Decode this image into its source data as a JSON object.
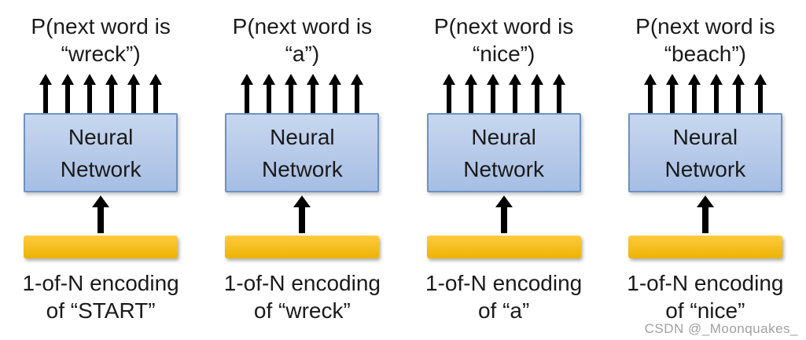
{
  "colors": {
    "box_fill_top": "#c8d7ef",
    "box_fill_bottom": "#a6bee4",
    "box_border": "#6e92c4",
    "bar_fill_top": "#ffca3f",
    "bar_fill_bottom": "#edb303",
    "arrow": "#000000",
    "text": "#1a1a1a",
    "watermark": "#a0a0a0"
  },
  "panels": [
    {
      "prob_line1": "P(next word is",
      "prob_line2": "“wreck”)",
      "box_line1": "Neural",
      "box_line2": "Network",
      "output_arrow_count": 6,
      "caption_line1": "1-of-N encoding",
      "caption_line2": "of “START”"
    },
    {
      "prob_line1": "P(next word is",
      "prob_line2": "“a”)",
      "box_line1": "Neural",
      "box_line2": "Network",
      "output_arrow_count": 6,
      "caption_line1": "1-of-N encoding",
      "caption_line2": "of “wreck”"
    },
    {
      "prob_line1": "P(next word is",
      "prob_line2": "“nice”)",
      "box_line1": "Neural",
      "box_line2": "Network",
      "output_arrow_count": 6,
      "caption_line1": "1-of-N encoding",
      "caption_line2": "of “a”"
    },
    {
      "prob_line1": "P(next word is",
      "prob_line2": "“beach”)",
      "box_line1": "Neural",
      "box_line2": "Network",
      "output_arrow_count": 6,
      "caption_line1": "1-of-N encoding",
      "caption_line2": "of “nice”"
    }
  ],
  "watermark": "CSDN @_Moonquakes_"
}
